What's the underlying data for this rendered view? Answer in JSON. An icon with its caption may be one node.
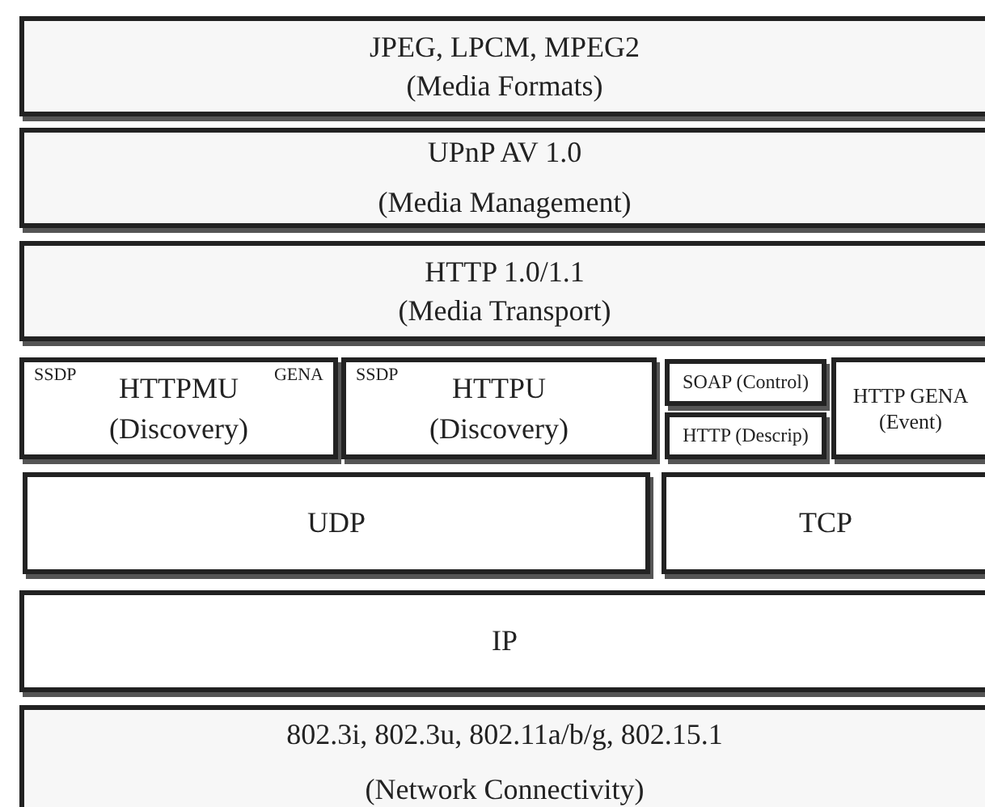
{
  "diagram": {
    "nodes": [
      {
        "text": [
          "JPEG, LPCM, MPEG2",
          "(Media Formats)"
        ]
      },
      {
        "text": [
          "UPnP AV 1.0",
          "(Media Management)"
        ]
      },
      {
        "text": [
          "HTTP 1.0/1.1",
          "(Media Transport)"
        ]
      },
      {
        "text": [
          "SSDP",
          "HTTPMU",
          "GENA",
          "(Discovery)"
        ]
      },
      {
        "text": [
          "SSDP",
          "HTTPU",
          "(Discovery)"
        ]
      },
      {
        "text": [
          "SOAP (Control)"
        ]
      },
      {
        "text": [
          "HTTP (Descrip)"
        ]
      },
      {
        "text": [
          "HTTP GENA (Event)"
        ]
      },
      {
        "text": [
          "UDP"
        ]
      },
      {
        "text": [
          "TCP"
        ]
      },
      {
        "text": [
          "IP"
        ]
      },
      {
        "text": [
          "802.3i, 802.3u, 802.11a/b/g, 802.15.1",
          "(Network Connectivity)"
        ]
      }
    ]
  }
}
